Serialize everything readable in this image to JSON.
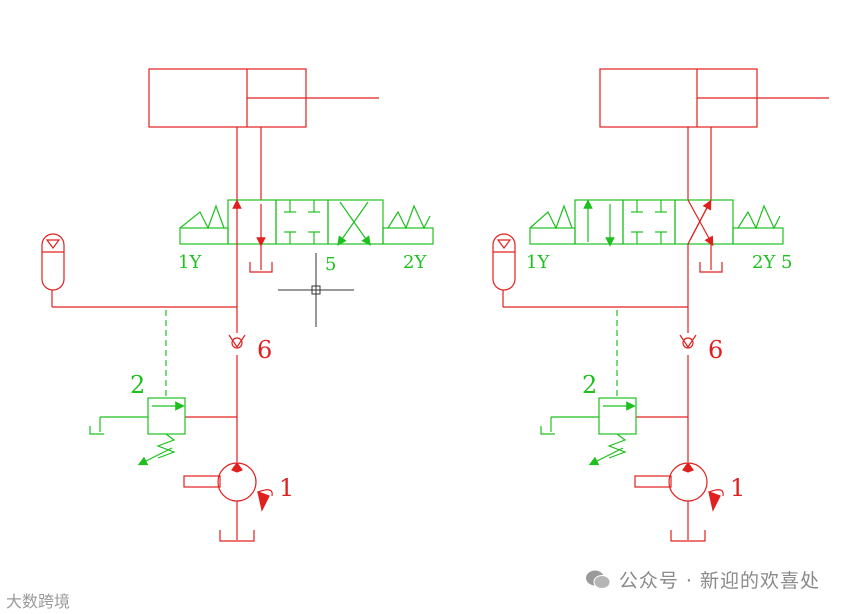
{
  "colors": {
    "hydraulic_line": "#e0201e",
    "valve_body": "#1ec01e",
    "cursor": "#333333",
    "watermark": "#8a8a8a"
  },
  "left_circuit": {
    "labels": {
      "pump": "1",
      "relief_valve": "2",
      "directional_valve": "5",
      "check_valve": "6",
      "solenoid_left": "1Y",
      "solenoid_right": "2Y"
    }
  },
  "right_circuit": {
    "labels": {
      "pump": "1",
      "relief_valve": "2",
      "check_valve": "6",
      "solenoid_left": "1Y",
      "solenoid_right": "2Y 5"
    }
  },
  "watermark": {
    "right_text": "公众号 · 新迎的欢喜处",
    "left_text": "大数跨境"
  }
}
